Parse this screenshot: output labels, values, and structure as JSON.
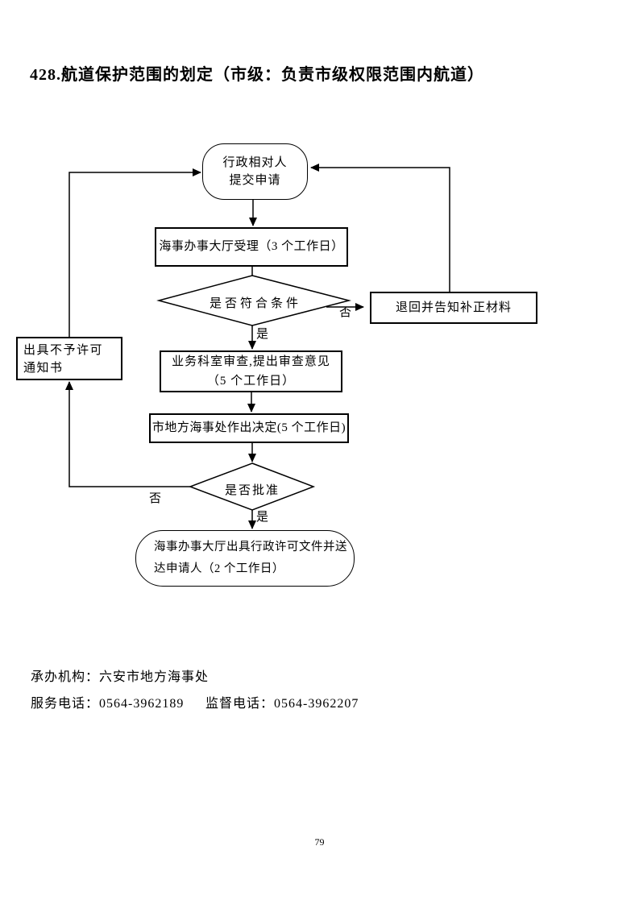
{
  "page": {
    "title": "428.航道保护范围的划定（市级：负责市级权限范围内航道）",
    "page_number": "79"
  },
  "flowchart": {
    "start": {
      "line1": "行政相对人",
      "line2": "提交申请"
    },
    "accept": {
      "label": "海事办事大厅受理（3 个工作日）"
    },
    "check_condition": {
      "label": "是否符合条件"
    },
    "return_materials": {
      "label": "退回并告知补正材料"
    },
    "deny_notice": {
      "label": "出具不予许可通知书"
    },
    "review": {
      "line1": "业务科室审查,提出审查意见",
      "line2": "（5 个工作日）"
    },
    "decide": {
      "label": "市地方海事处作出决定(5 个工作日)"
    },
    "check_approval": {
      "label": "是否批准"
    },
    "final": {
      "line1": "海事办事大厅出具行政许可文件并送",
      "line2": "达申请人（2 个工作日）"
    },
    "edge_labels": {
      "yes1": "是",
      "no1": "否",
      "yes2": "是",
      "no2": "否"
    }
  },
  "footer": {
    "agency": "承办机构：六安市地方海事处",
    "service_phone": "服务电话：0564-3962189",
    "supervision_phone": "监督电话：0564-3962207"
  },
  "colors": {
    "ink": "#000000",
    "paper": "#ffffff"
  }
}
